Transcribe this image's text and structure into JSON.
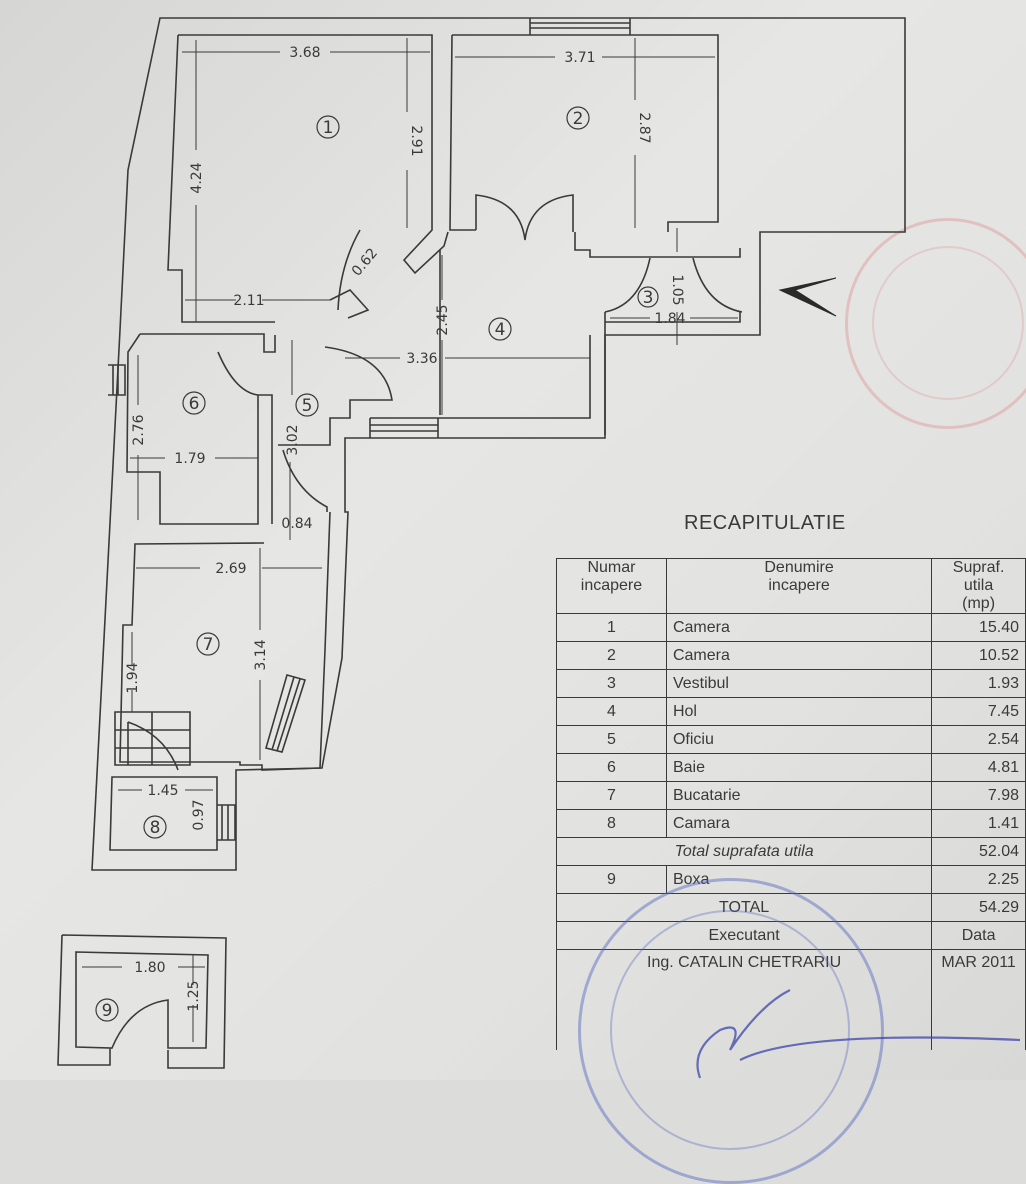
{
  "document": {
    "title": "RECAPITULATIE",
    "plan": {
      "rooms": [
        {
          "id": "1",
          "label": "1",
          "dims": [
            "3.68",
            "4.24",
            "2.91",
            "2.11",
            "0.62"
          ]
        },
        {
          "id": "2",
          "label": "2",
          "dims": [
            "3.71",
            "2.87"
          ]
        },
        {
          "id": "3",
          "label": "3",
          "dims": [
            "1.05",
            "1.84"
          ]
        },
        {
          "id": "4",
          "label": "4",
          "dims": [
            "2.45",
            "3.36"
          ]
        },
        {
          "id": "5",
          "label": "5",
          "dims": [
            "3.02",
            "0.84"
          ]
        },
        {
          "id": "6",
          "label": "6",
          "dims": [
            "2.76",
            "1.79"
          ]
        },
        {
          "id": "7",
          "label": "7",
          "dims": [
            "2.69",
            "3.14",
            "1.94"
          ]
        },
        {
          "id": "8",
          "label": "8",
          "dims": [
            "1.45",
            "0.97"
          ]
        },
        {
          "id": "9",
          "label": "9",
          "dims": [
            "1.80",
            "1.25"
          ]
        }
      ],
      "entrance_arrow": "<"
    },
    "table": {
      "headers": {
        "num_line1": "Numar",
        "num_line2": "incapere",
        "name_line1": "Denumire",
        "name_line2": "incapere",
        "area_line1": "Supraf.",
        "area_line2": "utila",
        "area_line3": "(mp)"
      },
      "rows": [
        {
          "num": "1",
          "name": "Camera",
          "area": "15.40"
        },
        {
          "num": "2",
          "name": "Camera",
          "area": "10.52"
        },
        {
          "num": "3",
          "name": "Vestibul",
          "area": "1.93"
        },
        {
          "num": "4",
          "name": "Hol",
          "area": "7.45"
        },
        {
          "num": "5",
          "name": "Oficiu",
          "area": "2.54"
        },
        {
          "num": "6",
          "name": "Baie",
          "area": "4.81"
        },
        {
          "num": "7",
          "name": "Bucatarie",
          "area": "7.98"
        },
        {
          "num": "8",
          "name": "Camara",
          "area": "1.41"
        }
      ],
      "subtotal_label": "Total suprafata utila",
      "subtotal_value": "52.04",
      "extra_row": {
        "num": "9",
        "name": "Boxa",
        "area": "2.25"
      },
      "total_label": "TOTAL",
      "total_value": "54.29",
      "executant_label": "Executant",
      "executant_name": "Ing. CATALIN CHETRARIU",
      "date_label": "Data",
      "date_value": "MAR 2011"
    },
    "colors": {
      "ink": "#3a3a3a",
      "paper": "#e2e2e0",
      "stamp_blue": "#5064be",
      "stamp_red": "#dc9696"
    }
  }
}
